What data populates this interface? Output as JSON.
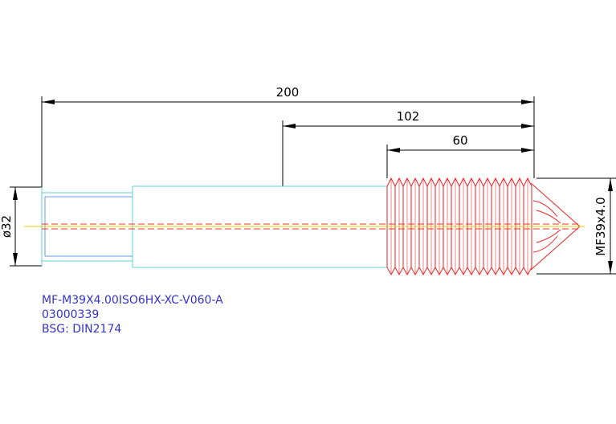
{
  "drawing": {
    "dimensions": {
      "overall_length": "200",
      "mid_length": "102",
      "thread_length": "60",
      "diameter": "ø32",
      "thread_spec": "MF39x4.0"
    },
    "notes": {
      "line1": "MF-M39X4.00ISO6HX-XC-V060-A",
      "line2": "03000339",
      "line3": "BSG: DIN2174"
    }
  },
  "colors": {
    "body_outline": "#66ccdd",
    "thread": "#ee2222",
    "centerline_red": "#ee3333",
    "centerline_yellow": "#eecc00",
    "dimension_lines": "#000000",
    "note_text": "#3333cc",
    "small_end": "#6699ee"
  }
}
